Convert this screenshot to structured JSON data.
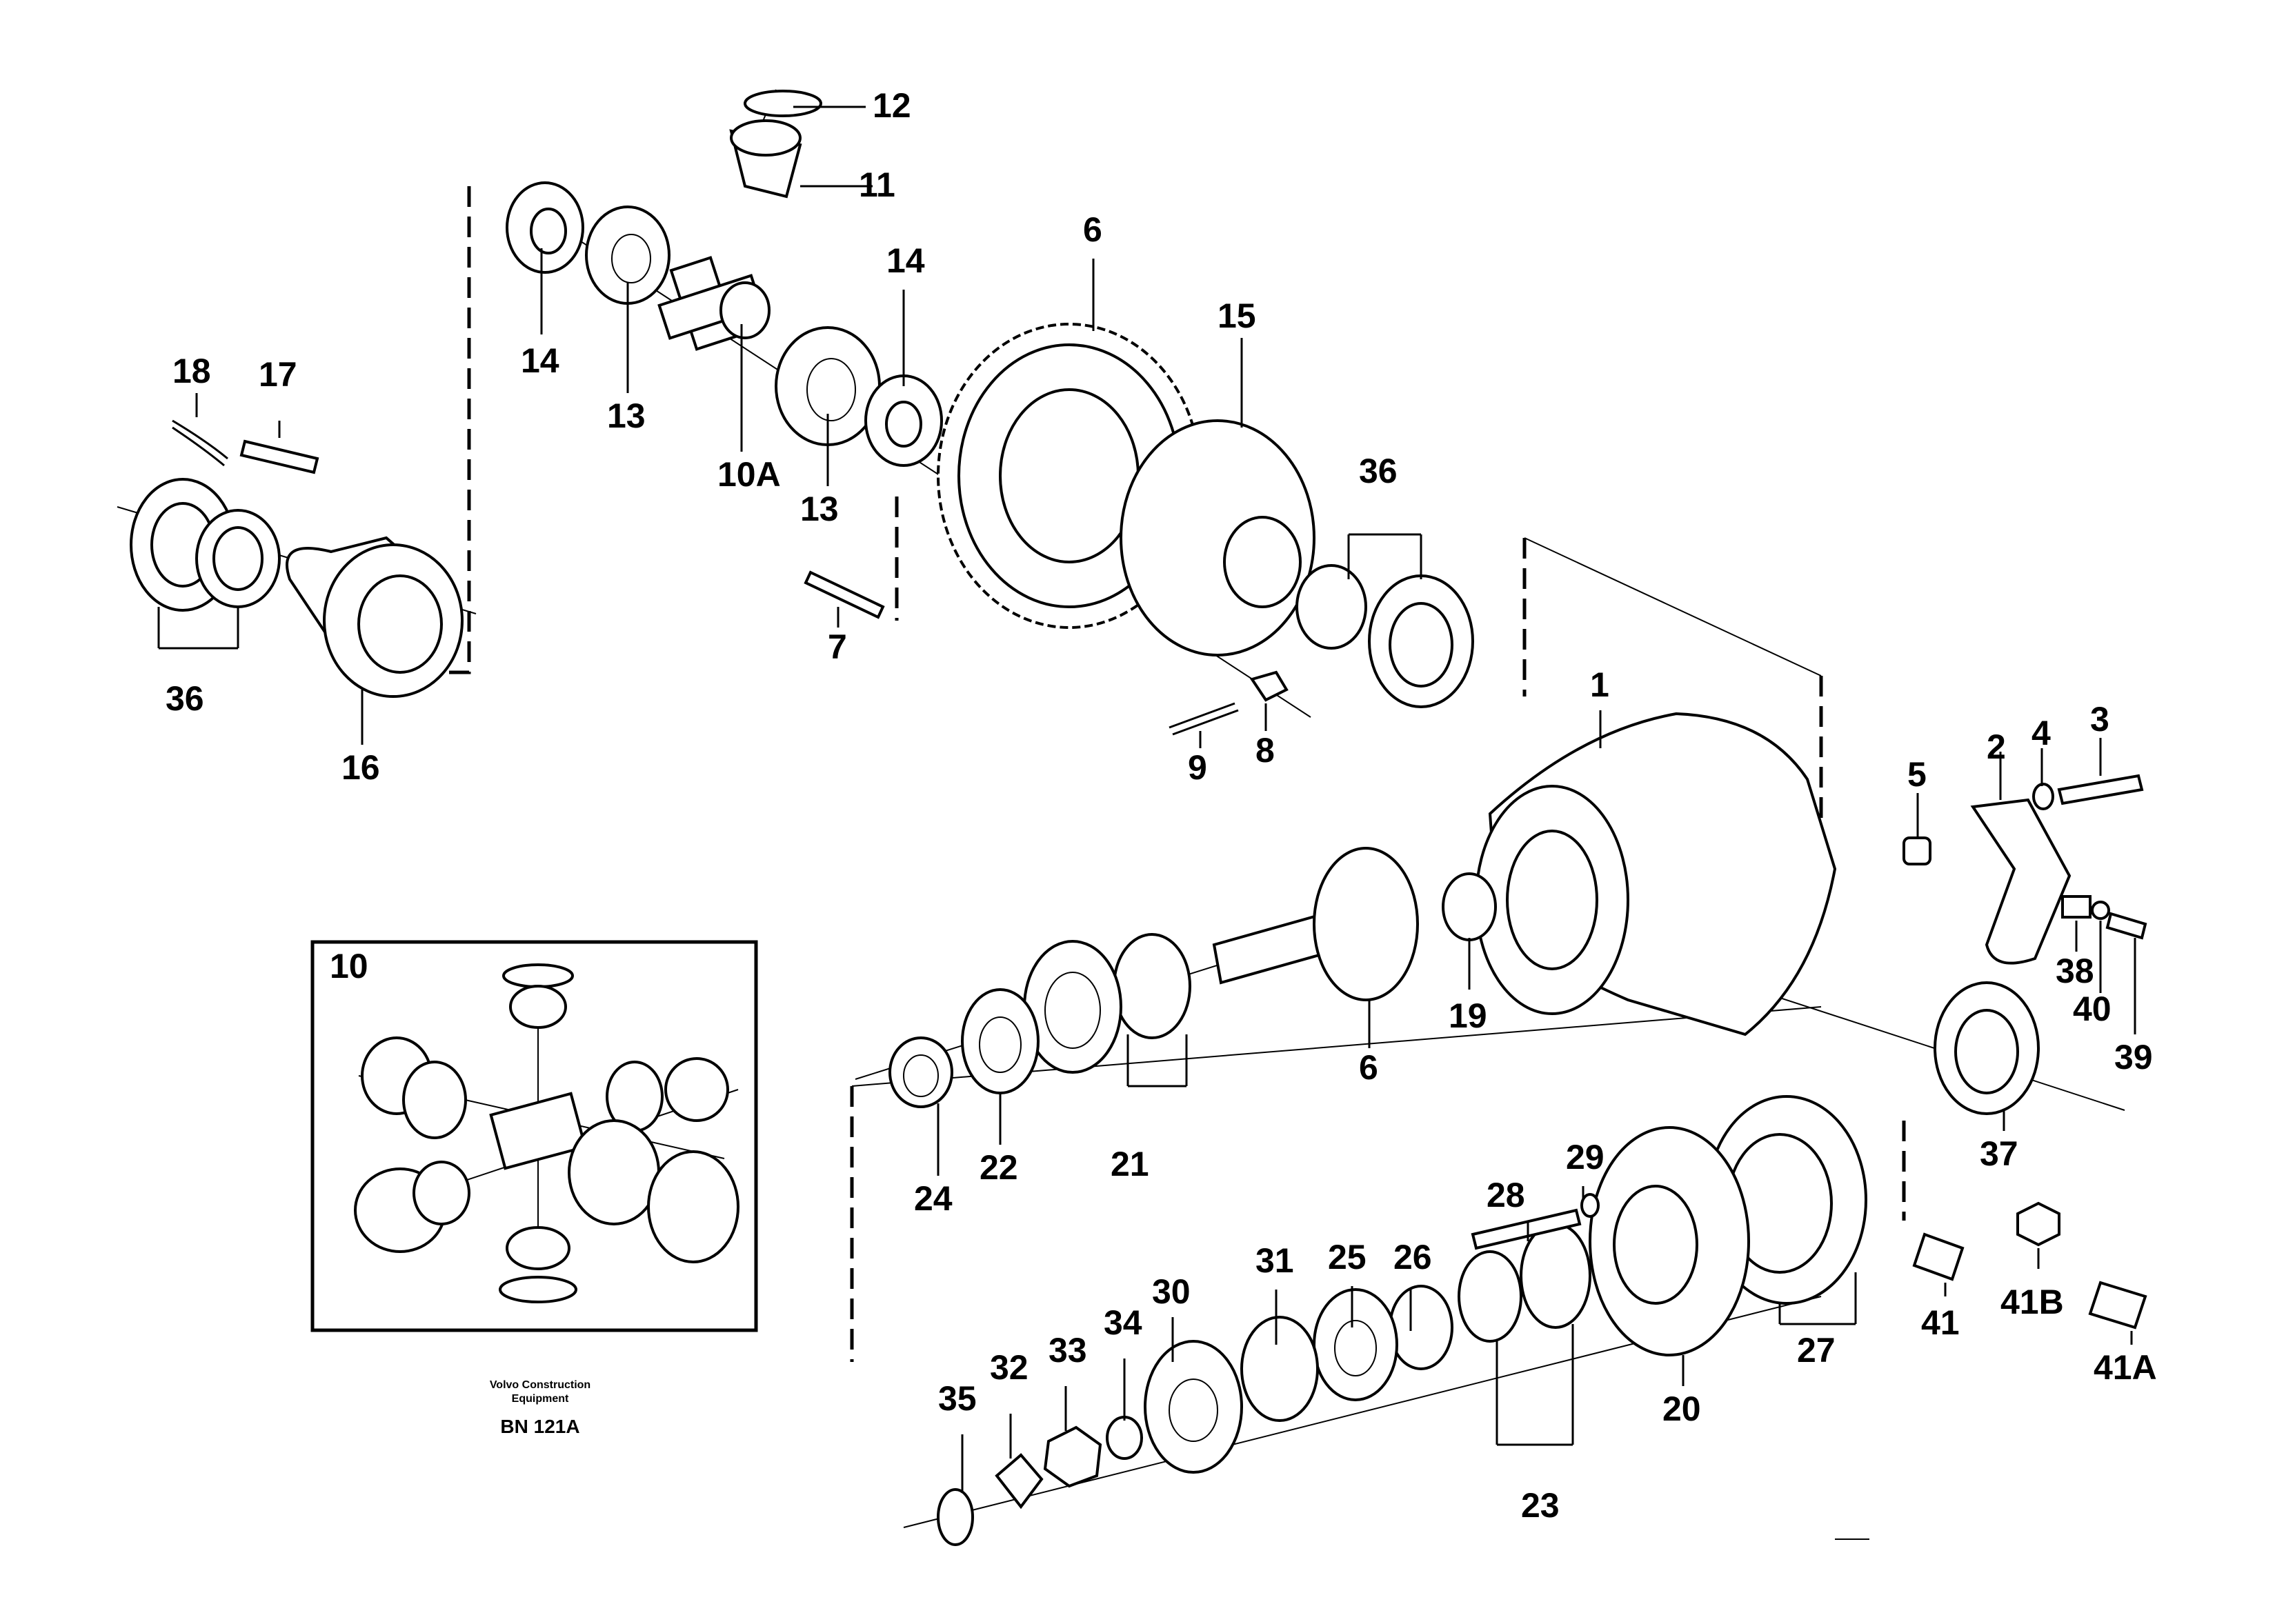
{
  "labels": [
    "1",
    "2",
    "3",
    "4",
    "5",
    "6",
    "6",
    "7",
    "8",
    "9",
    "10",
    "10A",
    "11",
    "12",
    "13",
    "13",
    "14",
    "14",
    "15",
    "16",
    "17",
    "18",
    "19",
    "20",
    "21",
    "22",
    "23",
    "24",
    "25",
    "26",
    "27",
    "28",
    "29",
    "30",
    "31",
    "32",
    "33",
    "34",
    "35",
    "36",
    "36",
    "37",
    "38",
    "39",
    "40",
    "41",
    "41A",
    "41B"
  ],
  "inset": {
    "title": "10",
    "caption_line1": "Volvo Construction",
    "caption_line2": "Equipment",
    "code": "BN 121A"
  }
}
